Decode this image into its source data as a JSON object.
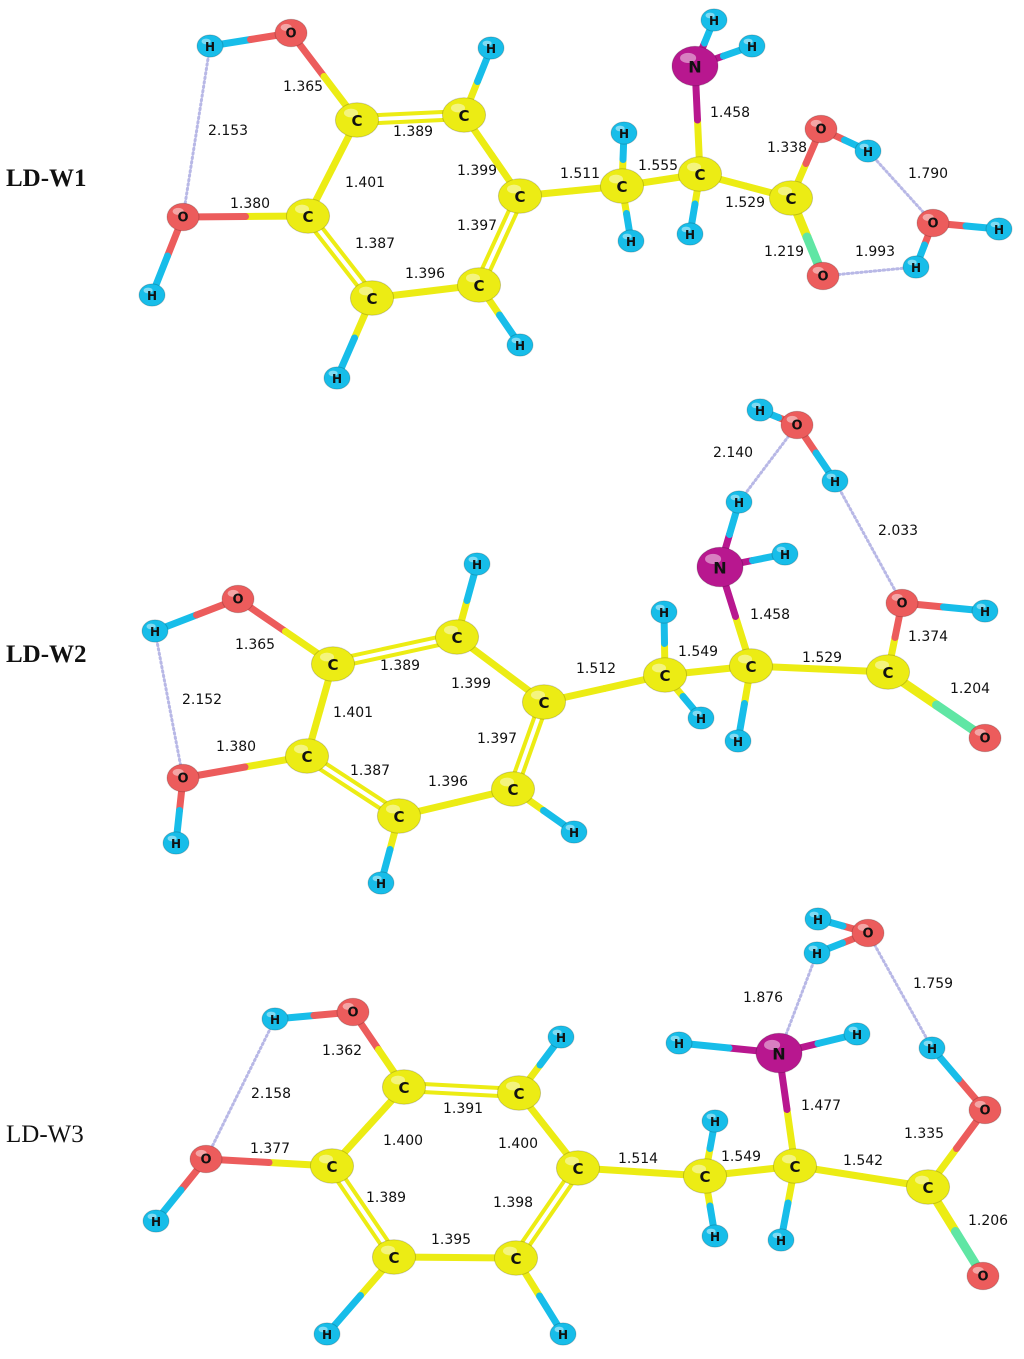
{
  "colors": {
    "C": "#ecec14",
    "O": "#ec5c5c",
    "N": "#b8178f",
    "H": "#17bde9",
    "carbonyl": "#60e6a4",
    "hbond": "#b8b8e6",
    "text": "#111111"
  },
  "panels": [
    {
      "id": "LD-W1",
      "label": "LD-W1",
      "bold": true,
      "atoms": {
        "H1": "H",
        "O1": "O",
        "O2": "O",
        "H2": "H",
        "C1": "C",
        "C2": "C",
        "C3": "C",
        "C4": "C",
        "C5": "C",
        "C6": "C",
        "H3": "H",
        "H4": "H",
        "H5": "H",
        "Cb": "C",
        "Hb1": "H",
        "Hb2": "H",
        "Ca": "C",
        "Ha": "H",
        "N": "N",
        "Hn1": "H",
        "Hn2": "H",
        "Cc": "C",
        "Oh": "O",
        "Ho": "H",
        "Od": "O",
        "Ow": "O",
        "Hw1": "H",
        "Hw2": "H"
      },
      "bonds": [
        {
          "a": "H1",
          "b": "O1"
        },
        {
          "a": "O1",
          "b": "C1",
          "label": "1.365"
        },
        {
          "a": "C1",
          "b": "C2",
          "label": "1.389",
          "double": true
        },
        {
          "a": "C2",
          "b": "C3",
          "label": "1.399"
        },
        {
          "a": "C3",
          "b": "C4",
          "label": "1.397",
          "double": true
        },
        {
          "a": "C4",
          "b": "C5",
          "label": "1.396"
        },
        {
          "a": "C5",
          "b": "C6",
          "label": "1.387",
          "double": true
        },
        {
          "a": "C6",
          "b": "C1",
          "label": "1.401"
        },
        {
          "a": "C6",
          "b": "O2",
          "label": "1.380"
        },
        {
          "a": "O2",
          "b": "H2"
        },
        {
          "a": "C2",
          "b": "H3"
        },
        {
          "a": "C4",
          "b": "H4"
        },
        {
          "a": "C5",
          "b": "H5"
        },
        {
          "a": "C3",
          "b": "Cb",
          "label": "1.511"
        },
        {
          "a": "Cb",
          "b": "Hb1"
        },
        {
          "a": "Cb",
          "b": "Hb2"
        },
        {
          "a": "Cb",
          "b": "Ca",
          "label": "1.555"
        },
        {
          "a": "Ca",
          "b": "N",
          "label": "1.458"
        },
        {
          "a": "N",
          "b": "Hn1"
        },
        {
          "a": "N",
          "b": "Hn2"
        },
        {
          "a": "Ca",
          "b": "Ha"
        },
        {
          "a": "Ca",
          "b": "Cc",
          "label": "1.529"
        },
        {
          "a": "Cc",
          "b": "Oh",
          "label": "1.338"
        },
        {
          "a": "Oh",
          "b": "Ho"
        },
        {
          "a": "Cc",
          "b": "Od",
          "label": "1.219",
          "carbonyl": true
        },
        {
          "a": "Ow",
          "b": "Hw1"
        },
        {
          "a": "Ow",
          "b": "Hw2"
        }
      ],
      "hbonds": [
        {
          "a": "H1",
          "b": "O2",
          "label": "2.153"
        },
        {
          "a": "Ho",
          "b": "Ow",
          "label": "1.790"
        },
        {
          "a": "Hw1",
          "b": "Od",
          "label": "1.993"
        }
      ]
    },
    {
      "id": "LD-W2",
      "label": "LD-W2",
      "bold": true,
      "atoms": {
        "H1": "H",
        "O1": "O",
        "O2": "O",
        "H2": "H",
        "C1": "C",
        "C2": "C",
        "C3": "C",
        "C4": "C",
        "C5": "C",
        "C6": "C",
        "H3": "H",
        "H4": "H",
        "H5": "H",
        "Cb": "C",
        "Hb1": "H",
        "Hb2": "H",
        "Ca": "C",
        "Ha": "H",
        "N": "N",
        "Hn1": "H",
        "Hn2": "H",
        "Cc": "C",
        "Oh": "O",
        "Ho": "H",
        "Od": "O",
        "Ow": "O",
        "Hw1": "H",
        "Hw2": "H"
      },
      "bonds": [
        {
          "a": "H1",
          "b": "O1"
        },
        {
          "a": "O1",
          "b": "C1",
          "label": "1.365"
        },
        {
          "a": "C1",
          "b": "C2",
          "label": "1.389",
          "double": true
        },
        {
          "a": "C2",
          "b": "C3",
          "label": "1.399"
        },
        {
          "a": "C3",
          "b": "C4",
          "label": "1.397",
          "double": true
        },
        {
          "a": "C4",
          "b": "C5",
          "label": "1.396"
        },
        {
          "a": "C5",
          "b": "C6",
          "label": "1.387",
          "double": true
        },
        {
          "a": "C6",
          "b": "C1",
          "label": "1.401"
        },
        {
          "a": "C6",
          "b": "O2",
          "label": "1.380"
        },
        {
          "a": "O2",
          "b": "H2"
        },
        {
          "a": "C2",
          "b": "H3"
        },
        {
          "a": "C4",
          "b": "H4"
        },
        {
          "a": "C5",
          "b": "H5"
        },
        {
          "a": "C3",
          "b": "Cb",
          "label": "1.512"
        },
        {
          "a": "Cb",
          "b": "Hb1"
        },
        {
          "a": "Cb",
          "b": "Hb2"
        },
        {
          "a": "Cb",
          "b": "Ca",
          "label": "1.549"
        },
        {
          "a": "Ca",
          "b": "N",
          "label": "1.458"
        },
        {
          "a": "N",
          "b": "Hn1"
        },
        {
          "a": "N",
          "b": "Hn2"
        },
        {
          "a": "Ca",
          "b": "Ha"
        },
        {
          "a": "Ca",
          "b": "Cc",
          "label": "1.529"
        },
        {
          "a": "Cc",
          "b": "Oh",
          "label": "1.374"
        },
        {
          "a": "Oh",
          "b": "Ho"
        },
        {
          "a": "Cc",
          "b": "Od",
          "label": "1.204",
          "carbonyl": true
        },
        {
          "a": "Ow",
          "b": "Hw1"
        },
        {
          "a": "Ow",
          "b": "Hw2"
        }
      ],
      "hbonds": [
        {
          "a": "H1",
          "b": "O2",
          "label": "2.152"
        },
        {
          "a": "Hn1",
          "b": "Ow",
          "label": "2.140"
        },
        {
          "a": "Hw2",
          "b": "Oh",
          "label": "2.033"
        }
      ]
    },
    {
      "id": "LD-W3",
      "label": "LD-W3",
      "bold": false,
      "atoms": {
        "H1": "H",
        "O1": "O",
        "O2": "O",
        "H2": "H",
        "C1": "C",
        "C2": "C",
        "C3": "C",
        "C4": "C",
        "C5": "C",
        "C6": "C",
        "H3": "H",
        "H4": "H",
        "H5": "H",
        "Cb": "C",
        "Hb1": "H",
        "Hb2": "H",
        "Ca": "C",
        "Ha": "H",
        "N": "N",
        "Hn1": "H",
        "Hn2": "H",
        "Cc": "C",
        "Oh": "O",
        "Ho": "H",
        "Od": "O",
        "Ow": "O",
        "Hw1": "H",
        "Hw2": "H"
      },
      "bonds": [
        {
          "a": "H1",
          "b": "O1"
        },
        {
          "a": "O1",
          "b": "C1",
          "label": "1.362"
        },
        {
          "a": "C1",
          "b": "C2",
          "label": "1.391",
          "double": true
        },
        {
          "a": "C2",
          "b": "C3",
          "label": "1.400"
        },
        {
          "a": "C3",
          "b": "C4",
          "label": "1.398",
          "double": true
        },
        {
          "a": "C4",
          "b": "C5",
          "label": "1.395"
        },
        {
          "a": "C5",
          "b": "C6",
          "label": "1.389",
          "double": true
        },
        {
          "a": "C6",
          "b": "C1",
          "label": "1.400"
        },
        {
          "a": "C6",
          "b": "O2",
          "label": "1.377"
        },
        {
          "a": "O2",
          "b": "H2"
        },
        {
          "a": "C2",
          "b": "H3"
        },
        {
          "a": "C4",
          "b": "H4"
        },
        {
          "a": "C5",
          "b": "H5"
        },
        {
          "a": "C3",
          "b": "Cb",
          "label": "1.514"
        },
        {
          "a": "Cb",
          "b": "Hb1"
        },
        {
          "a": "Cb",
          "b": "Hb2"
        },
        {
          "a": "Cb",
          "b": "Ca",
          "label": "1.549"
        },
        {
          "a": "Ca",
          "b": "N",
          "label": "1.477"
        },
        {
          "a": "N",
          "b": "Hn1"
        },
        {
          "a": "N",
          "b": "Hn2"
        },
        {
          "a": "Ca",
          "b": "Ha"
        },
        {
          "a": "Ca",
          "b": "Cc",
          "label": "1.542"
        },
        {
          "a": "Cc",
          "b": "Oh",
          "label": "1.335"
        },
        {
          "a": "Oh",
          "b": "Ho"
        },
        {
          "a": "Cc",
          "b": "Od",
          "label": "1.206",
          "carbonyl": true
        },
        {
          "a": "Ow",
          "b": "Hw1"
        },
        {
          "a": "Ow",
          "b": "Hw2"
        }
      ],
      "hbonds": [
        {
          "a": "H1",
          "b": "O2",
          "label": "2.158"
        },
        {
          "a": "Hw2",
          "b": "N",
          "label": "1.876"
        },
        {
          "a": "Ow",
          "b": "Ho",
          "label": "1.759"
        }
      ]
    }
  ]
}
